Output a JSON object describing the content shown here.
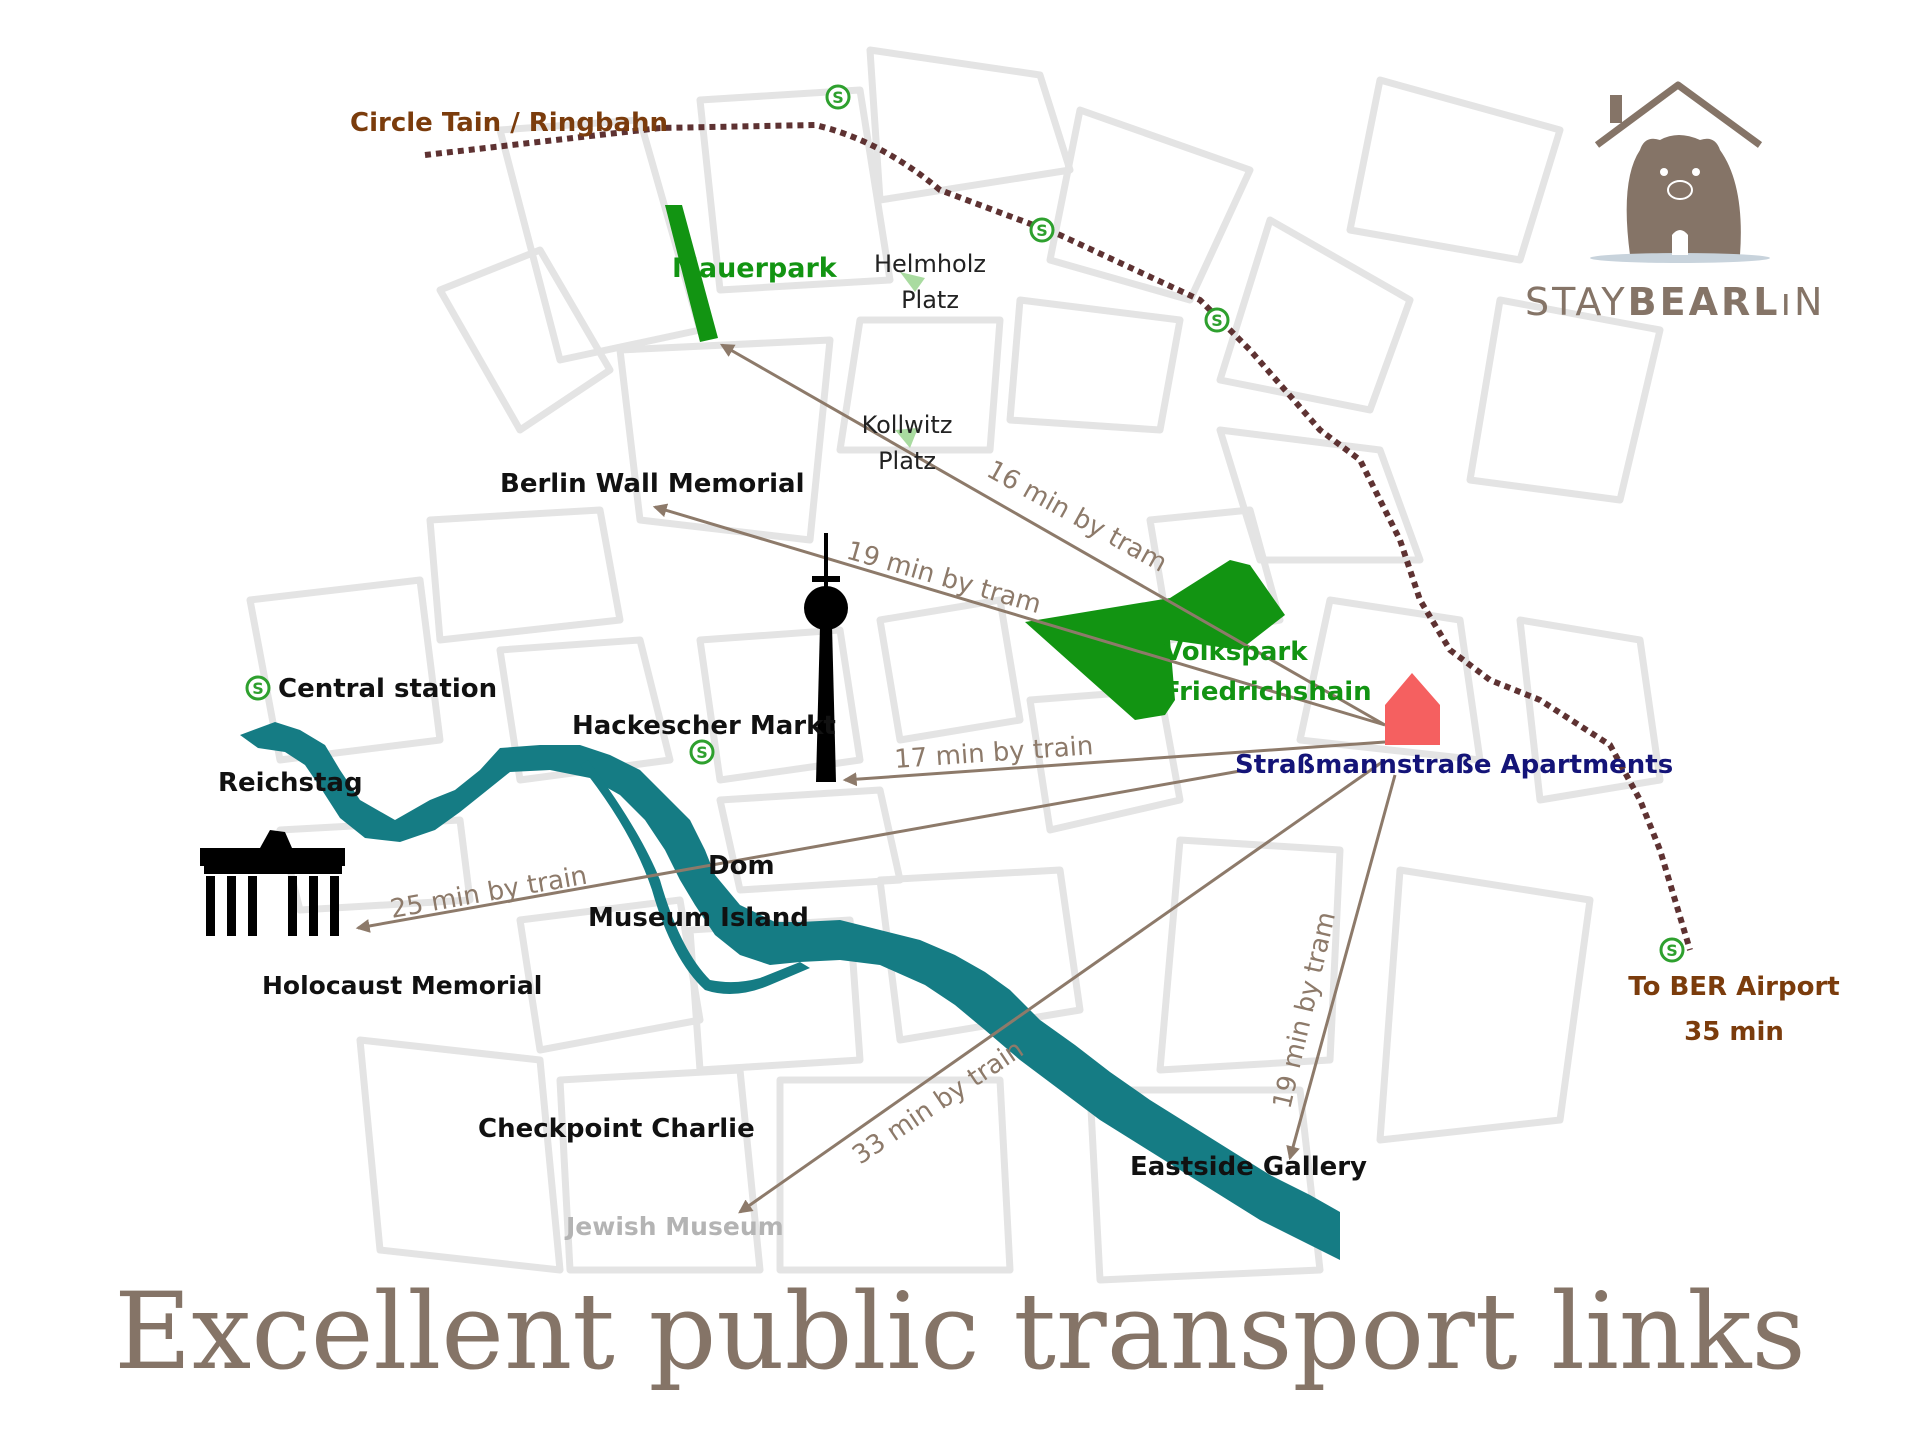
{
  "colors": {
    "street": "#e4e4e4",
    "ringbahn": "#5e3232",
    "ring_label": "#7b3c0c",
    "park": "#129412",
    "park_light": "#a9dba0",
    "river": "#157c84",
    "arrow": "#8d7a6a",
    "home": "#f56060",
    "brand": "#857467",
    "headline": "#857467",
    "sbahn": "#2ea02e",
    "apartment": "#141478",
    "airport": "#7b3c0c"
  },
  "ringbahn": {
    "label": "Circle Tain / Ringbahn"
  },
  "landmarks": {
    "mauerpark": "Mauerpark",
    "helmholz_line1": "Helmholz",
    "helmholz_line2": "Platz",
    "kollwitz_line1": "Kollwitz",
    "kollwitz_line2": "Platz",
    "wall_memorial": "Berlin Wall Memorial",
    "volkspark_line1": "Volkspark",
    "volkspark_line2": "Friedrichshain",
    "central_station": "Central station",
    "hackescher": "Hackescher Markt",
    "reichstag": "Reichstag",
    "dom": "Dom",
    "museum_island": "Museum Island",
    "holocaust": "Holocaust Memorial",
    "checkpoint": "Checkpoint Charlie",
    "jewish_museum": "Jewish Museum",
    "eastside": "Eastside Gallery"
  },
  "apartment": {
    "label": "Straßmannstraße Apartments"
  },
  "routes": [
    {
      "to": "Mauerpark",
      "label": "16 min by tram"
    },
    {
      "to": "Berlin Wall Memorial",
      "label": "19 min by tram"
    },
    {
      "to": "Fernsehturm",
      "label": "17 min by train"
    },
    {
      "to": "Brandenburg Gate",
      "label": "25 min by train"
    },
    {
      "to": "Jewish Museum",
      "label": "33 min by train"
    },
    {
      "to": "Eastside Gallery",
      "label": "19 min by tram"
    }
  ],
  "airport": {
    "line1": "To BER Airport",
    "line2": "35 min"
  },
  "brand": {
    "name_part1": "STAY",
    "name_part2": "BEARL",
    "name_part3": "N"
  },
  "headline": "Excellent public transport links",
  "icons": [
    "sbahn-icon",
    "house-icon",
    "bear-logo-icon",
    "tv-tower-icon",
    "brandenburg-gate-icon"
  ]
}
